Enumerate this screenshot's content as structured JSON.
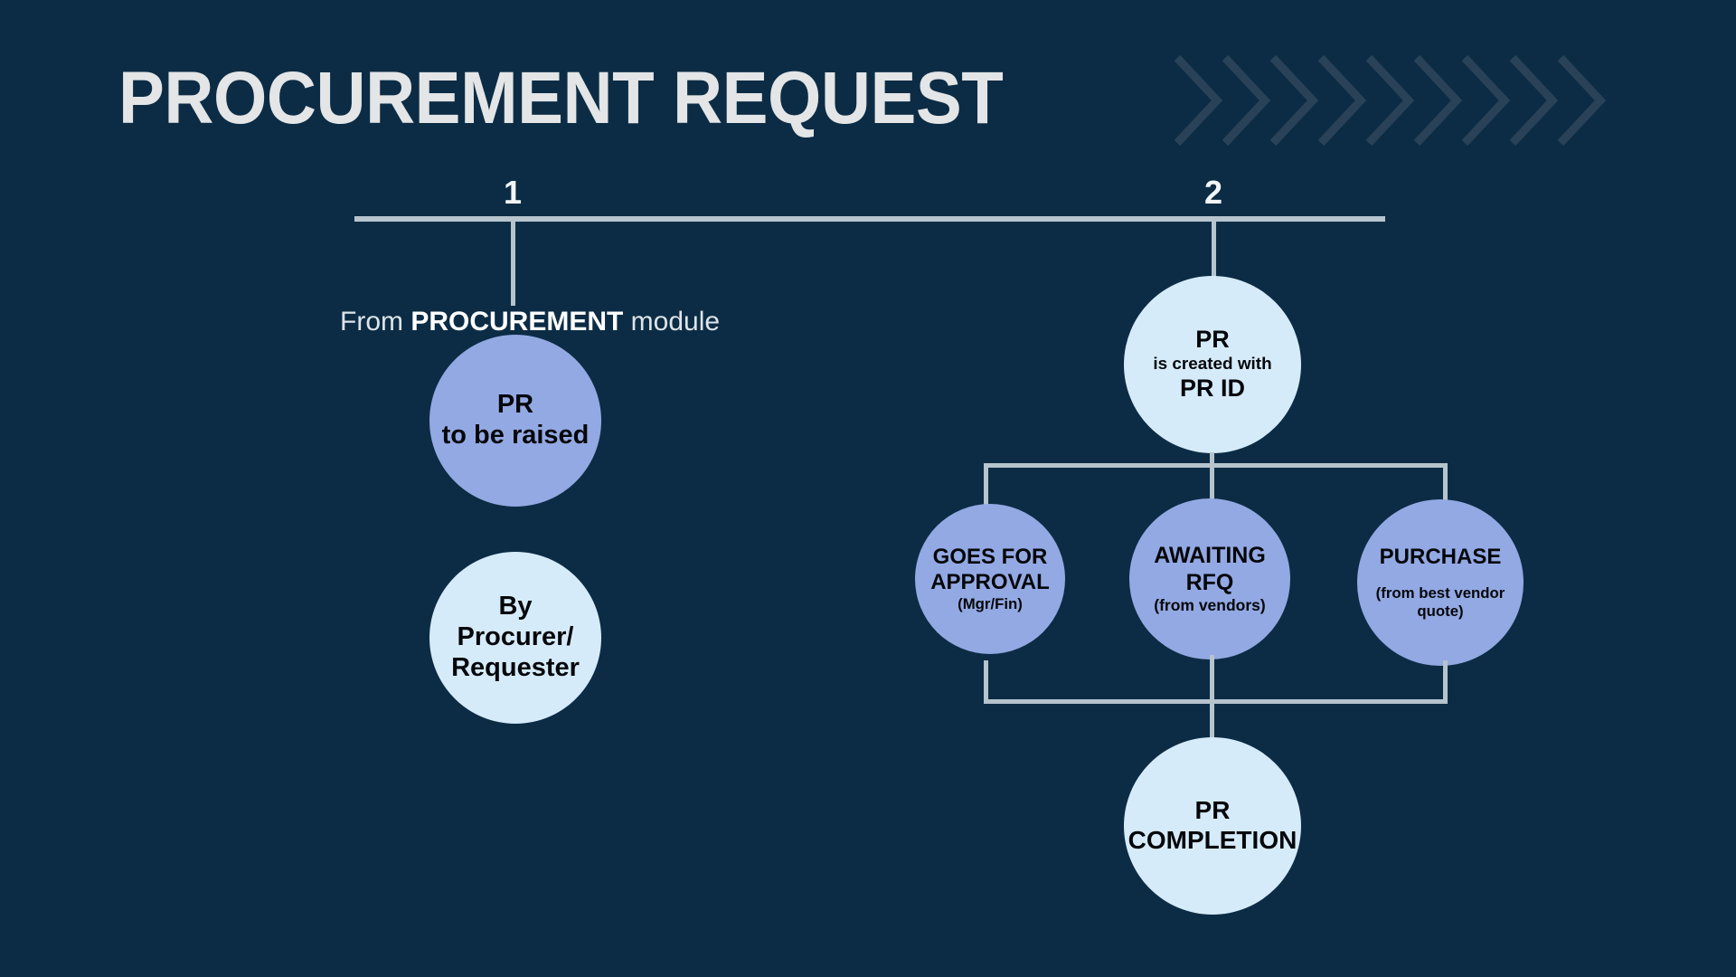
{
  "title": "PROCUREMENT REQUEST",
  "decor": {
    "chevron_icon": "chevron-right-icon",
    "chevron_count": 9,
    "chevron_color": "#2a4257"
  },
  "colors": {
    "background": "#0c2c45",
    "title_text": "#e3e5e6",
    "line": "#b6c4cd",
    "node_periwinkle": "#93a9e3",
    "node_lightblue": "#d6ebfa",
    "node_text": "#05070a"
  },
  "timeline": {
    "ticks": [
      {
        "label": "1"
      },
      {
        "label": "2"
      }
    ]
  },
  "caption": {
    "prefix": "From ",
    "emphasis": "PROCUREMENT",
    "suffix": " module"
  },
  "nodes": {
    "pr_to_be_raised": {
      "lines": [
        "PR",
        "to be raised"
      ]
    },
    "by_procurer": {
      "lines": [
        "By",
        "Procurer/",
        "Requester"
      ]
    },
    "pr_created": {
      "line1": "PR",
      "line2": "is created with",
      "line3": "PR ID"
    },
    "goes_for_approval": {
      "line1": "GOES FOR",
      "line2": "APPROVAL",
      "line3": "(Mgr/Fin)"
    },
    "awaiting_rfq": {
      "line1": "AWAITING",
      "line2": "RFQ",
      "line3": "(from vendors)"
    },
    "purchase": {
      "line1": "PURCHASE",
      "line2": "(from best vendor",
      "line3": "quote)"
    },
    "pr_completion": {
      "line1": "PR",
      "line2": "COMPLETION"
    }
  }
}
